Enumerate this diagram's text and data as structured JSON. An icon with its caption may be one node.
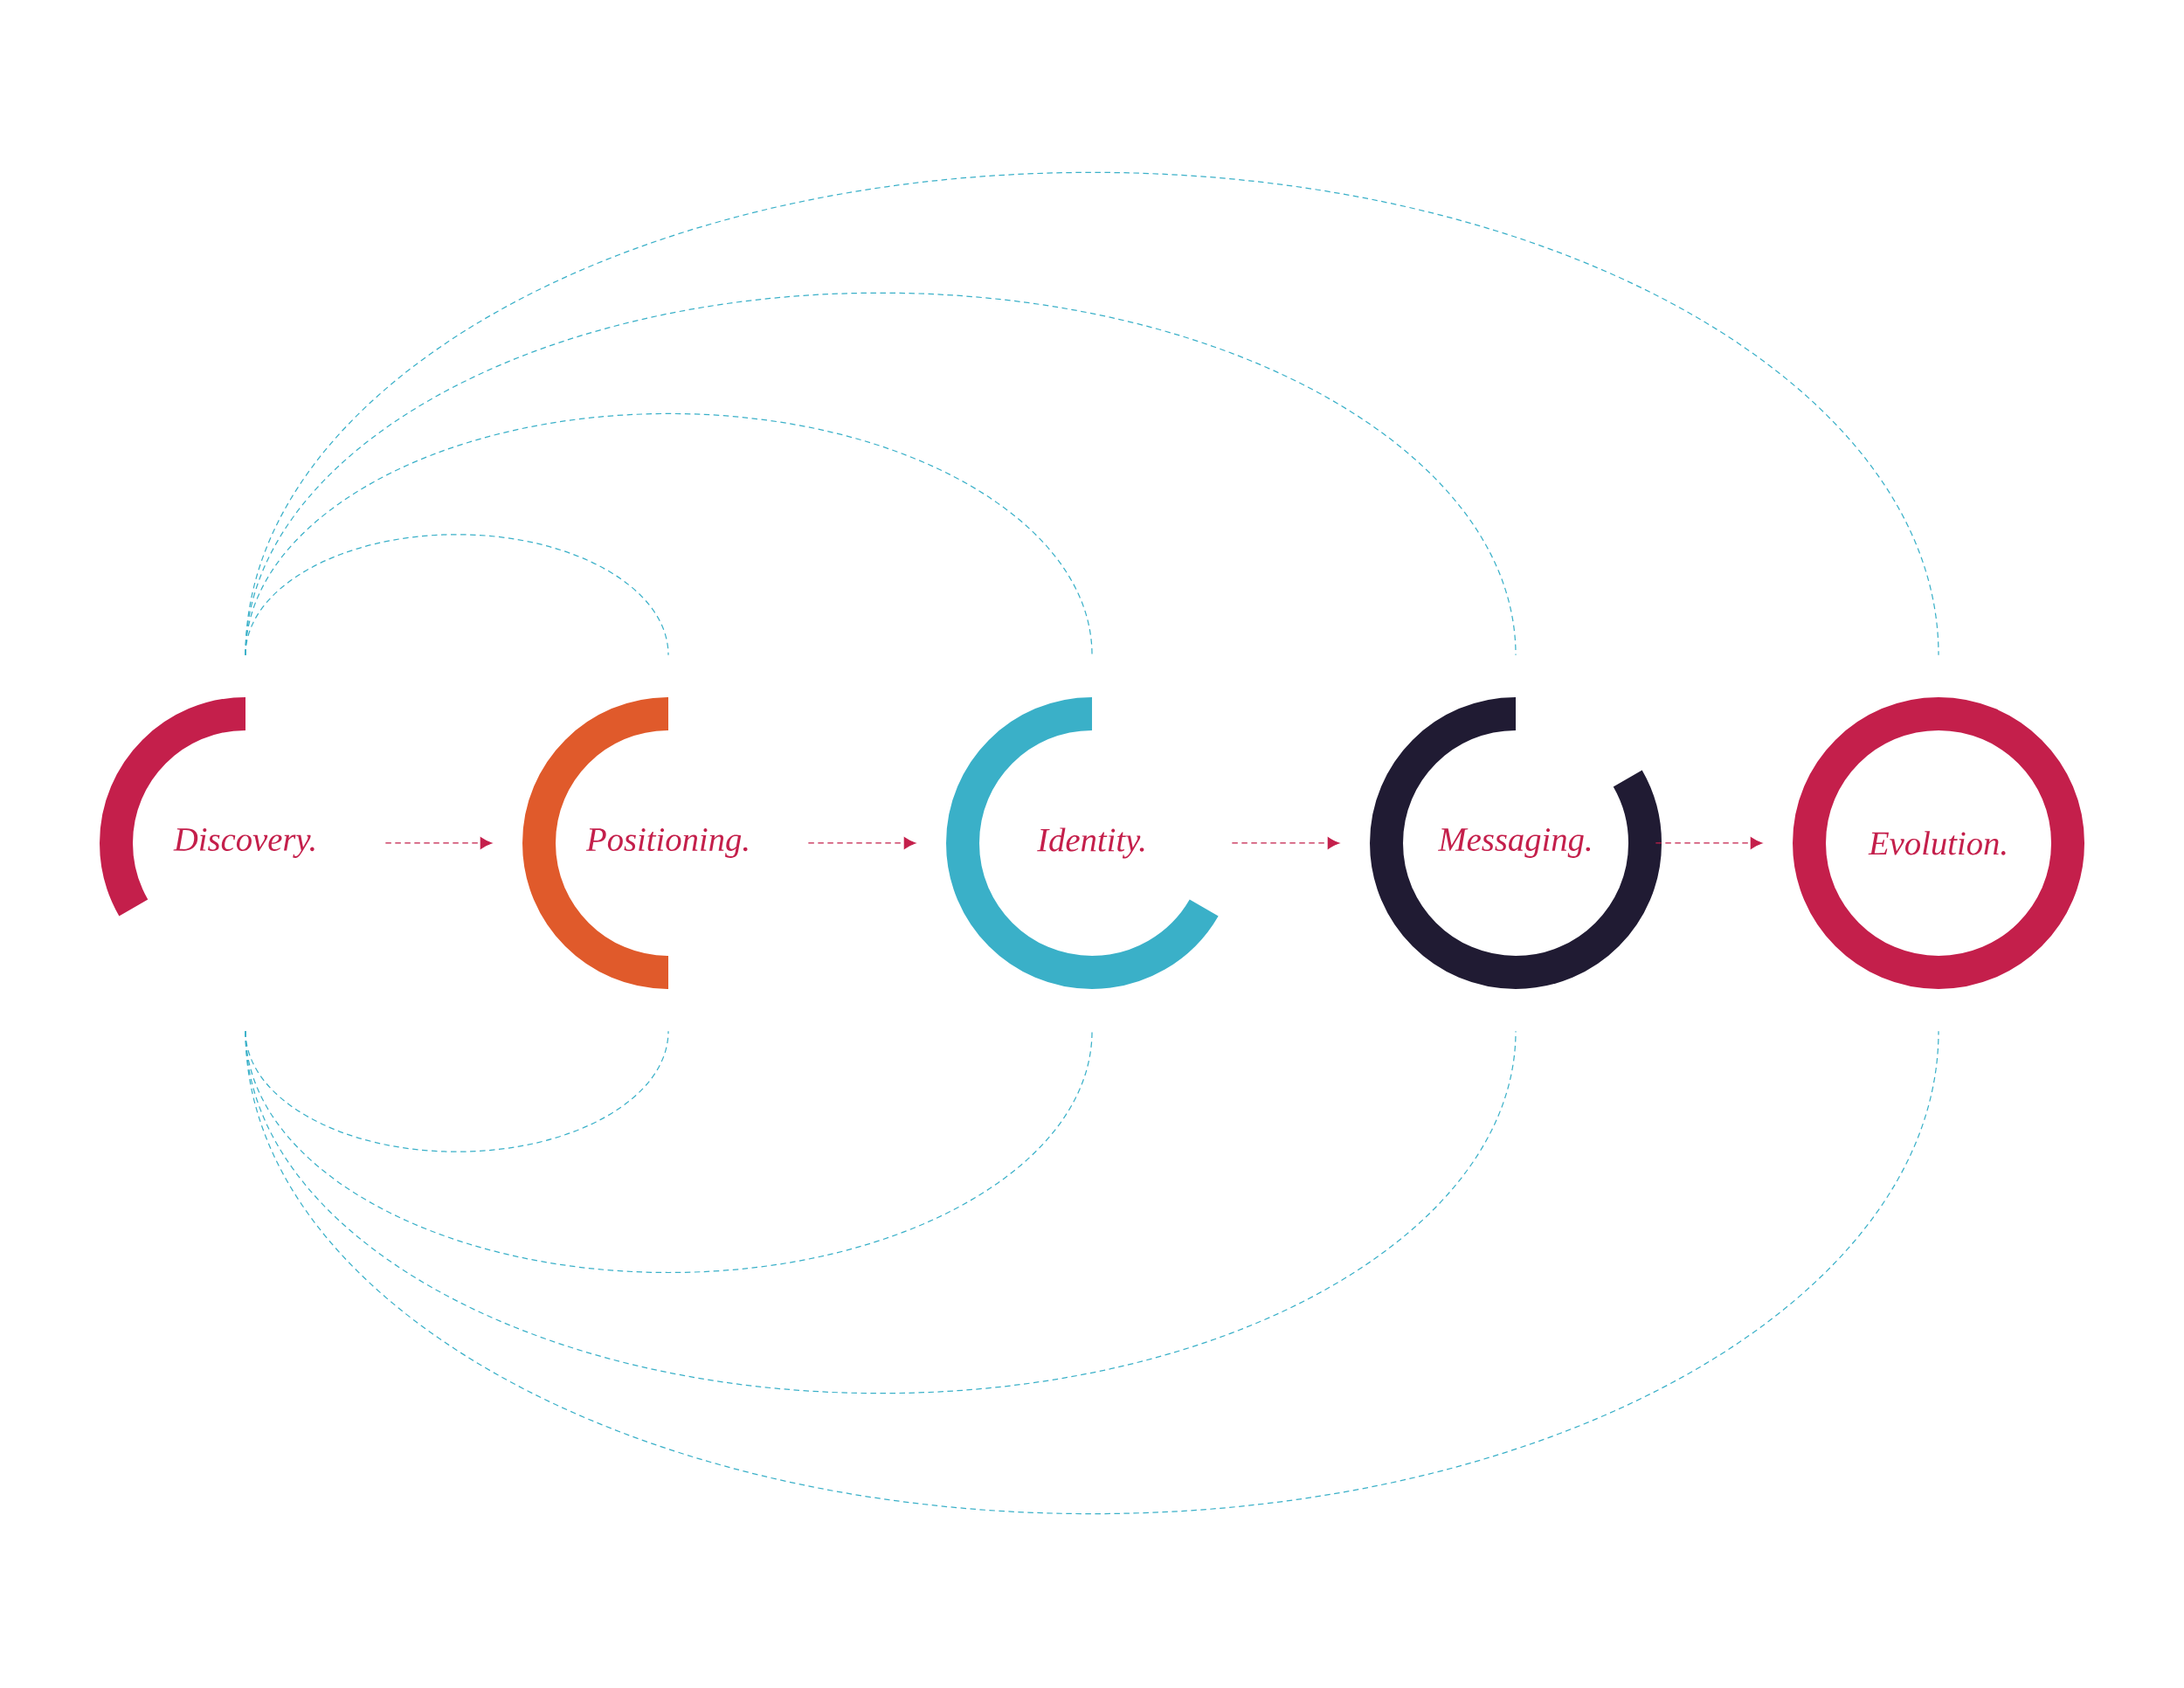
{
  "diagram": {
    "nodes": [
      {
        "text": [
          "Discovery."
        ]
      },
      {
        "text": [
          "Positioning."
        ]
      },
      {
        "text": [
          "Identity."
        ]
      },
      {
        "text": [
          "Messaging."
        ]
      },
      {
        "text": [
          "Evolution."
        ]
      }
    ],
    "edges": [
      {
        "from": 0,
        "to": 1,
        "arrow": "to",
        "style": "dashed",
        "color": "#c41f4b"
      },
      {
        "from": 1,
        "to": 2,
        "arrow": "to",
        "style": "dashed",
        "color": "#c41f4b"
      },
      {
        "from": 2,
        "to": 3,
        "arrow": "to",
        "style": "dashed",
        "color": "#c41f4b"
      },
      {
        "from": 3,
        "to": 4,
        "arrow": "to",
        "style": "dashed",
        "color": "#c41f4b"
      },
      {
        "from": 0,
        "to": 1,
        "arrow": "none",
        "style": "dashed"
      },
      {
        "from": 0,
        "to": 2,
        "arrow": "none",
        "style": "dashed"
      },
      {
        "from": 0,
        "to": 3,
        "arrow": "none",
        "style": "dashed"
      },
      {
        "from": 0,
        "to": 4,
        "arrow": "none",
        "style": "dashed"
      },
      {
        "from": 0,
        "to": 1,
        "arrow": "none",
        "style": "dashed"
      },
      {
        "from": 0,
        "to": 2,
        "arrow": "none",
        "style": "dashed"
      },
      {
        "from": 0,
        "to": 3,
        "arrow": "none",
        "style": "dashed"
      },
      {
        "from": 0,
        "to": 4,
        "arrow": "none",
        "style": "dashed"
      }
    ]
  }
}
